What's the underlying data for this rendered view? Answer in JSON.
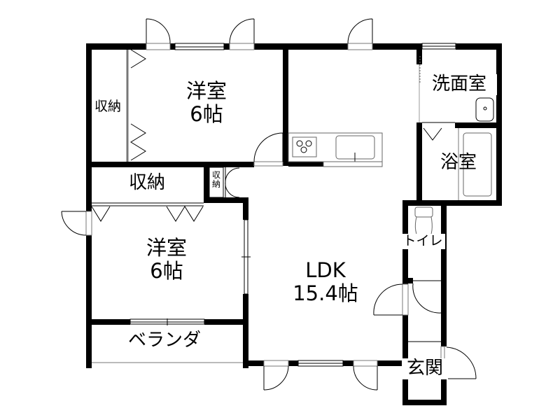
{
  "plan": {
    "rooms": [
      {
        "id": "western-room-north",
        "name": "洋室",
        "size": "6帖"
      },
      {
        "id": "western-room-south",
        "name": "洋室",
        "size": "6帖"
      },
      {
        "id": "ldk",
        "name": "LDK",
        "size": "15.4帖"
      },
      {
        "id": "storage-north",
        "name": "収納"
      },
      {
        "id": "storage-middle",
        "name": "収納"
      },
      {
        "id": "storage-small",
        "name": "収納"
      },
      {
        "id": "washroom",
        "name": "洗面室"
      },
      {
        "id": "bathroom",
        "name": "浴室"
      },
      {
        "id": "toilet",
        "name": "トイレ"
      },
      {
        "id": "entrance",
        "name": "玄関"
      },
      {
        "id": "veranda",
        "name": "ベランダ"
      }
    ],
    "colors": {
      "wall": "#000000",
      "fixture": "#555555",
      "background": "#ffffff"
    }
  }
}
